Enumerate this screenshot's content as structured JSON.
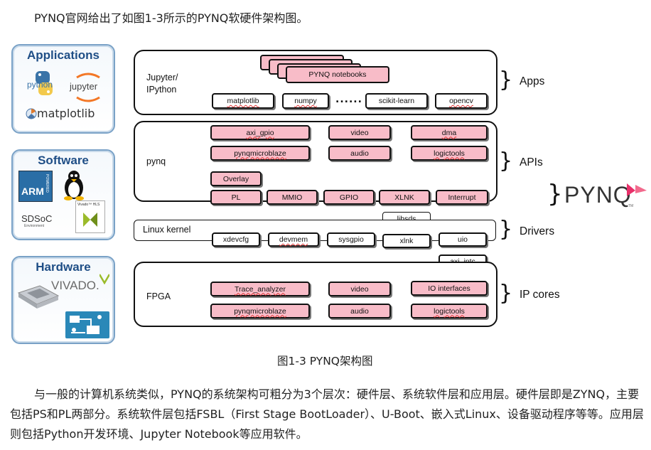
{
  "intro": "PYNQ官网给出了如图1-3所示的PYNQ软硬件架构图。",
  "cards": {
    "applications": {
      "title": "Applications",
      "python": "python",
      "jupyter": "jupyter",
      "matplotlib": "matplotlib"
    },
    "software": {
      "title": "Software",
      "arm": "ARM",
      "arm_sub": "POWERED",
      "sdsoc": "SDSoC",
      "sdsoc_sub": "Environment",
      "vivado_hls": "Vivado™ HLS"
    },
    "hardware": {
      "title": "Hardware",
      "vivado": "VIVADO."
    }
  },
  "apps_layer": {
    "label_line1": "Jupyter/",
    "label_line2": "IPython",
    "notebooks": "PYNQ notebooks",
    "libs": [
      "matplotlib",
      "numpy",
      "scikit-learn",
      "opencv"
    ],
    "ellipsis": "......"
  },
  "api_layer": {
    "label": "pynq",
    "row1": [
      "axi_gpio",
      "video",
      "dma"
    ],
    "row2": [
      "pynqmicroblaze",
      "audio",
      "logictools"
    ],
    "overlay": "Overlay",
    "bottom": [
      "PL",
      "MMIO",
      "GPIO",
      "XLNK",
      "Interrupt"
    ]
  },
  "driver_layer": {
    "label": "Linux kernel",
    "libsds": "libsds",
    "items": [
      "xdevcfg",
      "devmem",
      "sysgpio",
      "xlnk",
      "uio"
    ]
  },
  "axi_intc": "axi_intc",
  "fpga_layer": {
    "label": "FPGA",
    "row1": [
      "Trace_analyzer",
      "video",
      "IO interfaces"
    ],
    "row2": [
      "pynqmicroblaze",
      "audio",
      "logictools"
    ]
  },
  "side_labels": {
    "apps": "Apps",
    "apis": "APIs",
    "drivers": "Drivers",
    "ipcores": "IP cores"
  },
  "pynq_logo": "PYNQ",
  "pynq_tm": "TM",
  "caption": "图1-3 PYNQ架构图",
  "body_text": "与一般的计算机系统类似，PYNQ的系统架构可粗分为3个层次：硬件层、系统软件层和应用层。硬件层即是ZYNQ，主要包括PS和PL两部分。系统软件层包括FSBL（First Stage BootLoader）、U-Boot、嵌入式Linux、设备驱动程序等等。应用层则包括Python开发环境、Jupyter Notebook等应用软件。",
  "colors": {
    "pink": "#f8bcc8",
    "card_title": "#1f4e86",
    "logo_pink": "#e8306a"
  }
}
